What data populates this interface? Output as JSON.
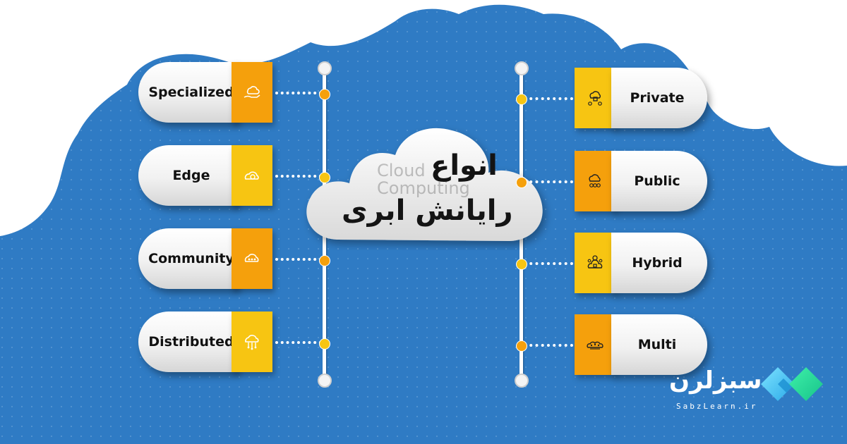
{
  "center": {
    "title_line1": "انواع",
    "title_line2": "رایانش ابری",
    "watermark_line1": "Cloud",
    "watermark_line2": "Computing"
  },
  "left_items": [
    {
      "label": "Specialized",
      "icon": "hand-cloud-icon",
      "box_color": "#f5a00c"
    },
    {
      "label": "Edge",
      "icon": "edge-cloud-icon",
      "box_color": "#f7c512"
    },
    {
      "label": "Community",
      "icon": "community-cloud-icon",
      "box_color": "#f5a00c"
    },
    {
      "label": "Distributed",
      "icon": "distributed-cloud-icon",
      "box_color": "#f7c512"
    }
  ],
  "right_items": [
    {
      "label": "Private",
      "icon": "private-cloud-icon",
      "box_color": "#f7c512"
    },
    {
      "label": "Public",
      "icon": "public-cloud-icon",
      "box_color": "#f5a00c"
    },
    {
      "label": "Hybrid",
      "icon": "hybrid-cloud-icon",
      "box_color": "#f7c512"
    },
    {
      "label": "Multi",
      "icon": "multi-cloud-icon",
      "box_color": "#f5a00c"
    }
  ],
  "colors": {
    "background": "#2f7bc4",
    "orange": "#f5a00c",
    "yellow": "#f7c512",
    "cloud": "#ffffff"
  },
  "brand": {
    "name": "سبزلرن",
    "url": "SabzLearn.ir"
  }
}
